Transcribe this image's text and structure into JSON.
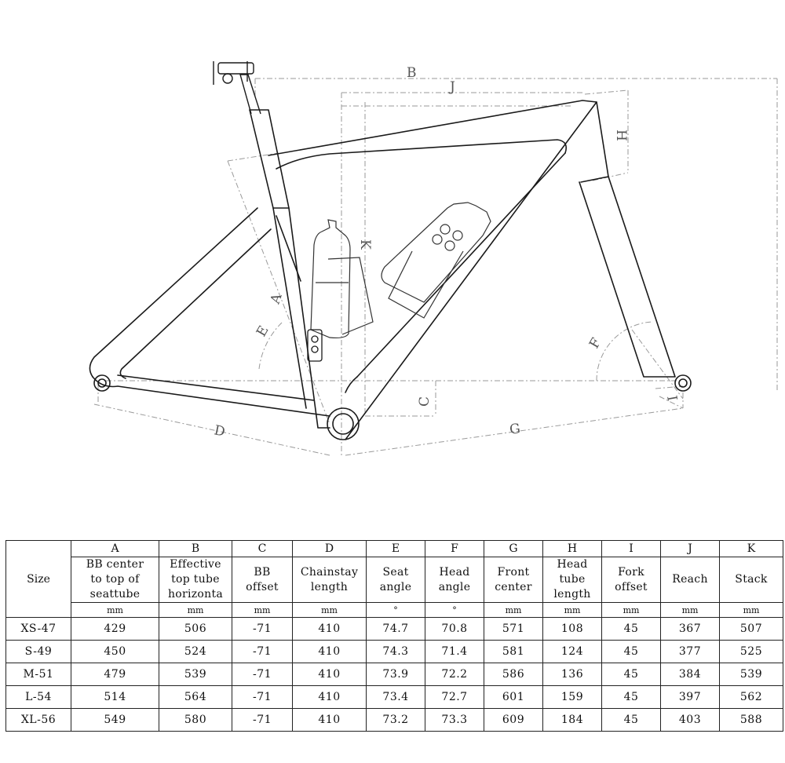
{
  "diagram": {
    "dimension_labels": [
      "A",
      "B",
      "C",
      "D",
      "E",
      "F",
      "G",
      "H",
      "I",
      "J",
      "K"
    ]
  },
  "table": {
    "size_header": "Size",
    "columns": [
      {
        "letter": "A",
        "name": "BB center\nto top of\nseattube",
        "unit": "mm"
      },
      {
        "letter": "B",
        "name": "Effective\ntop tube\nhorizonta",
        "unit": "mm"
      },
      {
        "letter": "C",
        "name": "BB\noffset",
        "unit": "mm"
      },
      {
        "letter": "D",
        "name": "Chainstay\nlength",
        "unit": "mm"
      },
      {
        "letter": "E",
        "name": "Seat\nangle",
        "unit": "°"
      },
      {
        "letter": "F",
        "name": "Head\nangle",
        "unit": "°"
      },
      {
        "letter": "G",
        "name": "Front\ncenter",
        "unit": "mm"
      },
      {
        "letter": "H",
        "name": "Head\ntube\nlength",
        "unit": "mm"
      },
      {
        "letter": "I",
        "name": "Fork\noffset",
        "unit": "mm"
      },
      {
        "letter": "J",
        "name": "Reach",
        "unit": "mm"
      },
      {
        "letter": "K",
        "name": "Stack",
        "unit": "mm"
      }
    ],
    "rows": [
      {
        "size": "XS-47",
        "values": [
          "429",
          "506",
          "-71",
          "410",
          "74.7",
          "70.8",
          "571",
          "108",
          "45",
          "367",
          "507"
        ]
      },
      {
        "size": "S-49",
        "values": [
          "450",
          "524",
          "-71",
          "410",
          "74.3",
          "71.4",
          "581",
          "124",
          "45",
          "377",
          "525"
        ]
      },
      {
        "size": "M-51",
        "values": [
          "479",
          "539",
          "-71",
          "410",
          "73.9",
          "72.2",
          "586",
          "136",
          "45",
          "384",
          "539"
        ]
      },
      {
        "size": "L-54",
        "values": [
          "514",
          "564",
          "-71",
          "410",
          "73.4",
          "72.7",
          "601",
          "159",
          "45",
          "397",
          "562"
        ]
      },
      {
        "size": "XL-56",
        "values": [
          "549",
          "580",
          "-71",
          "410",
          "73.2",
          "73.3",
          "609",
          "184",
          "45",
          "403",
          "588"
        ]
      }
    ]
  }
}
